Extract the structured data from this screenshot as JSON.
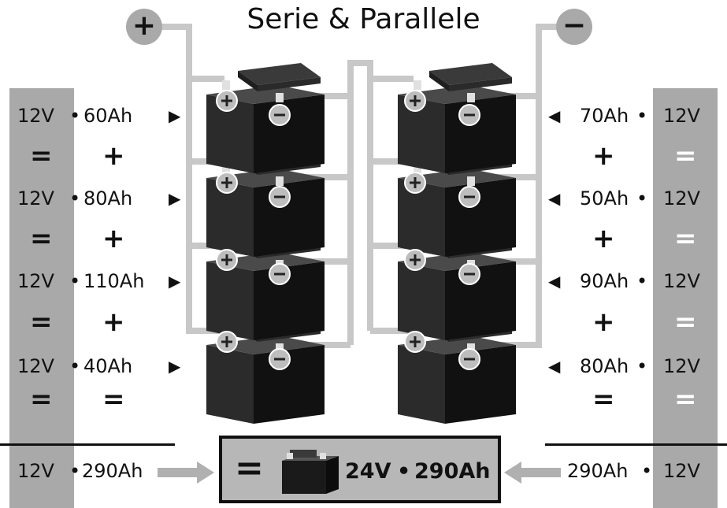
{
  "title": "Serie & Parallele",
  "terminals": {
    "positive": "+",
    "negative": "−"
  },
  "left": {
    "voltage": [
      "12V",
      "12V",
      "12V",
      "12V"
    ],
    "capacity": [
      "60Ah",
      "80Ah",
      "110Ah",
      "40Ah"
    ],
    "equals": [
      "=",
      "=",
      "=",
      "="
    ],
    "plus": [
      "+",
      "+",
      "+"
    ],
    "bottom_equals": "=",
    "total_voltage": "12V",
    "total_capacity": "290Ah"
  },
  "right": {
    "voltage": [
      "12V",
      "12V",
      "12V",
      "12V"
    ],
    "capacity": [
      "70Ah",
      "50Ah",
      "90Ah",
      "80Ah"
    ],
    "equals": [
      "=",
      "=",
      "=",
      "="
    ],
    "plus": [
      "+",
      "+",
      "+"
    ],
    "bottom_equals": "=",
    "total_voltage": "12V",
    "total_capacity": "290Ah"
  },
  "bullet": "•",
  "result": {
    "equals": "=",
    "voltage": "24V",
    "bullet": "•",
    "capacity": "290Ah"
  },
  "colors": {
    "wire": "#c8c8c8",
    "bar": "#a9a9a9",
    "battery": "#1a1a1a",
    "result_box": "#b7b7b7"
  }
}
